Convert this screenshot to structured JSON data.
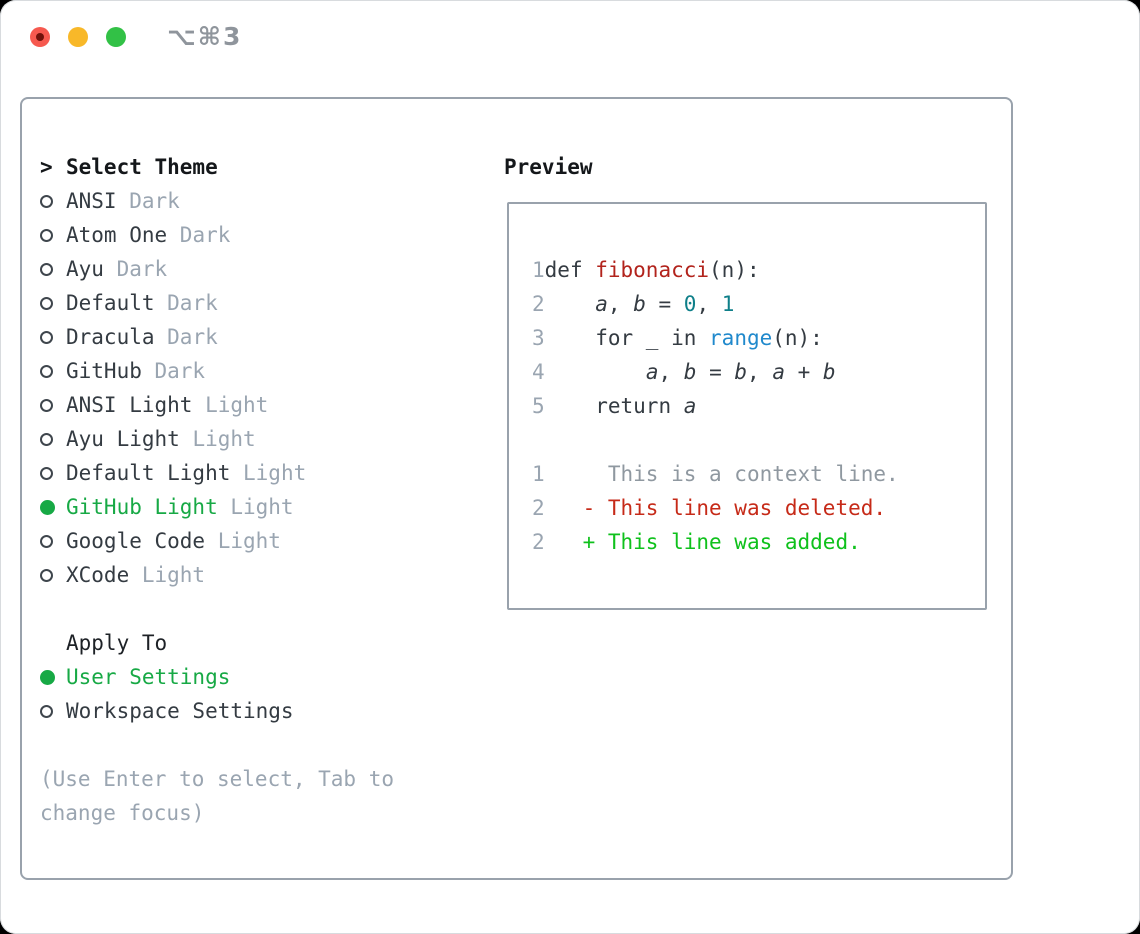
{
  "titlebar": {
    "title": "⌥⌘3",
    "buttons": [
      "close",
      "minimize",
      "zoom"
    ]
  },
  "picker": {
    "prompt": ">",
    "title": "Select Theme",
    "themes": [
      {
        "name": "ANSI",
        "variant": "Dark",
        "selected": false
      },
      {
        "name": "Atom One",
        "variant": "Dark",
        "selected": false
      },
      {
        "name": "Ayu",
        "variant": "Dark",
        "selected": false
      },
      {
        "name": "Default",
        "variant": "Dark",
        "selected": false
      },
      {
        "name": "Dracula",
        "variant": "Dark",
        "selected": false
      },
      {
        "name": "GitHub",
        "variant": "Dark",
        "selected": false
      },
      {
        "name": "ANSI Light",
        "variant": "Light",
        "selected": false
      },
      {
        "name": "Ayu Light",
        "variant": "Light",
        "selected": false
      },
      {
        "name": "Default Light",
        "variant": "Light",
        "selected": false
      },
      {
        "name": "GitHub Light",
        "variant": "Light",
        "selected": true
      },
      {
        "name": "Google Code",
        "variant": "Light",
        "selected": false
      },
      {
        "name": "XCode",
        "variant": "Light",
        "selected": false
      }
    ],
    "apply_to": {
      "title": "Apply To",
      "options": [
        {
          "label": "User Settings",
          "selected": true
        },
        {
          "label": "Workspace Settings",
          "selected": false
        }
      ]
    },
    "hint": "(Use Enter to select, Tab to change focus)"
  },
  "preview": {
    "title": "Preview",
    "lines": [
      {
        "num": "1",
        "segs": [
          [
            "def ",
            "fg",
            0
          ],
          [
            "fibonacci",
            "red",
            0
          ],
          [
            "(n):",
            "fg",
            0
          ]
        ]
      },
      {
        "num": "2",
        "segs": [
          [
            "    ",
            "fg",
            0
          ],
          [
            "a",
            "fg",
            1
          ],
          [
            ", ",
            "fg",
            0
          ],
          [
            "b",
            "fg",
            1
          ],
          [
            " = ",
            "fg",
            0
          ],
          [
            "0",
            "teal",
            0
          ],
          [
            ", ",
            "fg",
            0
          ],
          [
            "1",
            "teal",
            0
          ]
        ]
      },
      {
        "num": "3",
        "segs": [
          [
            "    for _ in ",
            "fg",
            0
          ],
          [
            "range",
            "blue",
            0
          ],
          [
            "(n):",
            "fg",
            0
          ]
        ]
      },
      {
        "num": "4",
        "segs": [
          [
            "        ",
            "fg",
            0
          ],
          [
            "a",
            "fg",
            1
          ],
          [
            ", ",
            "fg",
            0
          ],
          [
            "b",
            "fg",
            1
          ],
          [
            " = ",
            "fg",
            0
          ],
          [
            "b",
            "fg",
            1
          ],
          [
            ", ",
            "fg",
            0
          ],
          [
            "a",
            "fg",
            1
          ],
          [
            " + ",
            "fg",
            0
          ],
          [
            "b",
            "fg",
            1
          ]
        ]
      },
      {
        "num": "5",
        "segs": [
          [
            "    return ",
            "fg",
            0
          ],
          [
            "a",
            "fg",
            1
          ]
        ]
      },
      {
        "num": "",
        "segs": []
      },
      {
        "num": "1",
        "segs": [
          [
            "     This is a context line.",
            "context",
            0
          ]
        ]
      },
      {
        "num": "2",
        "segs": [
          [
            "   - This line was deleted.",
            "del",
            0
          ]
        ]
      },
      {
        "num": "2",
        "segs": [
          [
            "   + This line was added.",
            "add",
            0
          ]
        ]
      }
    ]
  },
  "palette": {
    "fg": "#343b42",
    "muted": "#9aa5b1",
    "red": "#b2231c",
    "teal": "#0e7f89",
    "blue": "#2089cc",
    "context": "#8f98a0",
    "del": "#c62a18",
    "add": "#0fc11c",
    "selection_green": "#17a945",
    "border": "#99a2ac",
    "traffic_red": "#f6594f",
    "traffic_yellow": "#f8b829",
    "traffic_green": "#32c146"
  }
}
